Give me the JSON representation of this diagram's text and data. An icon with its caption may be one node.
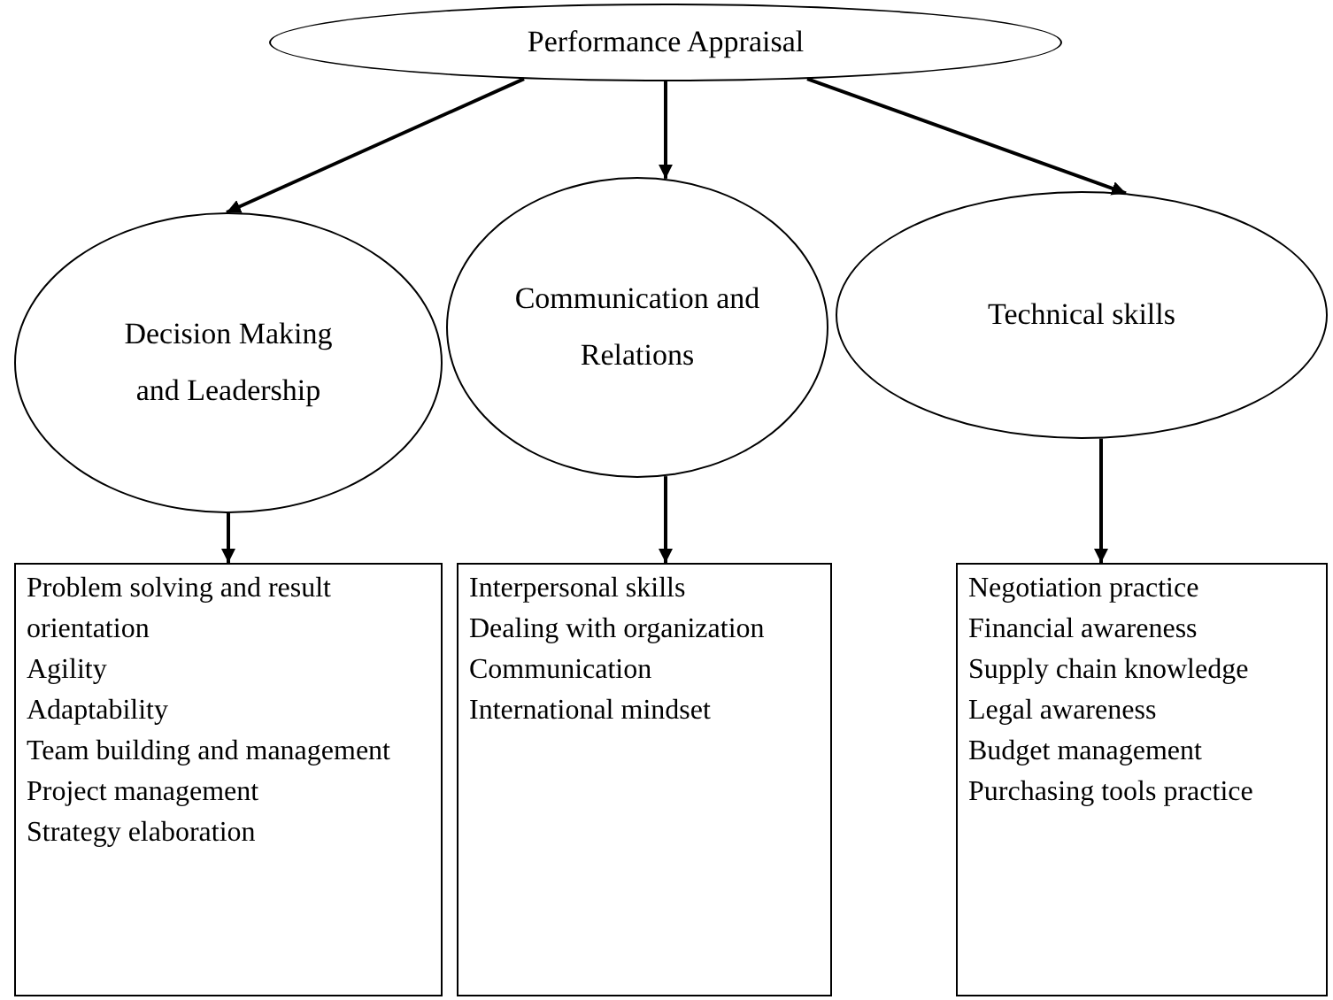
{
  "diagram": {
    "nodes": [
      {
        "text": [
          "Performance Appraisal"
        ]
      },
      {
        "text": [
          "Decision Making and Leadership"
        ]
      },
      {
        "text": [
          "Communication and Relations"
        ]
      },
      {
        "text": [
          "Technical skills"
        ]
      },
      {
        "text": [
          "Problem solving and result orientation",
          "Agility",
          "Adaptability",
          "Team building and management",
          "Project management",
          "Strategy elaboration"
        ]
      },
      {
        "text": [
          "Interpersonal skills",
          "Dealing with organization",
          "Communication",
          "International mindset"
        ]
      },
      {
        "text": [
          "Negotiation practice",
          "Financial awareness",
          "Supply chain knowledge",
          "Legal awareness",
          "Budget management",
          "Purchasing tools practice"
        ]
      }
    ],
    "edges": [
      {
        "from": 0,
        "to": 1,
        "arrow": "to"
      },
      {
        "from": 0,
        "to": 2,
        "arrow": "to"
      },
      {
        "from": 0,
        "to": 3,
        "arrow": "to"
      },
      {
        "from": 1,
        "to": 4,
        "arrow": "to"
      },
      {
        "from": 2,
        "to": 5,
        "arrow": "to"
      },
      {
        "from": 3,
        "to": 6,
        "arrow": "to"
      }
    ]
  }
}
